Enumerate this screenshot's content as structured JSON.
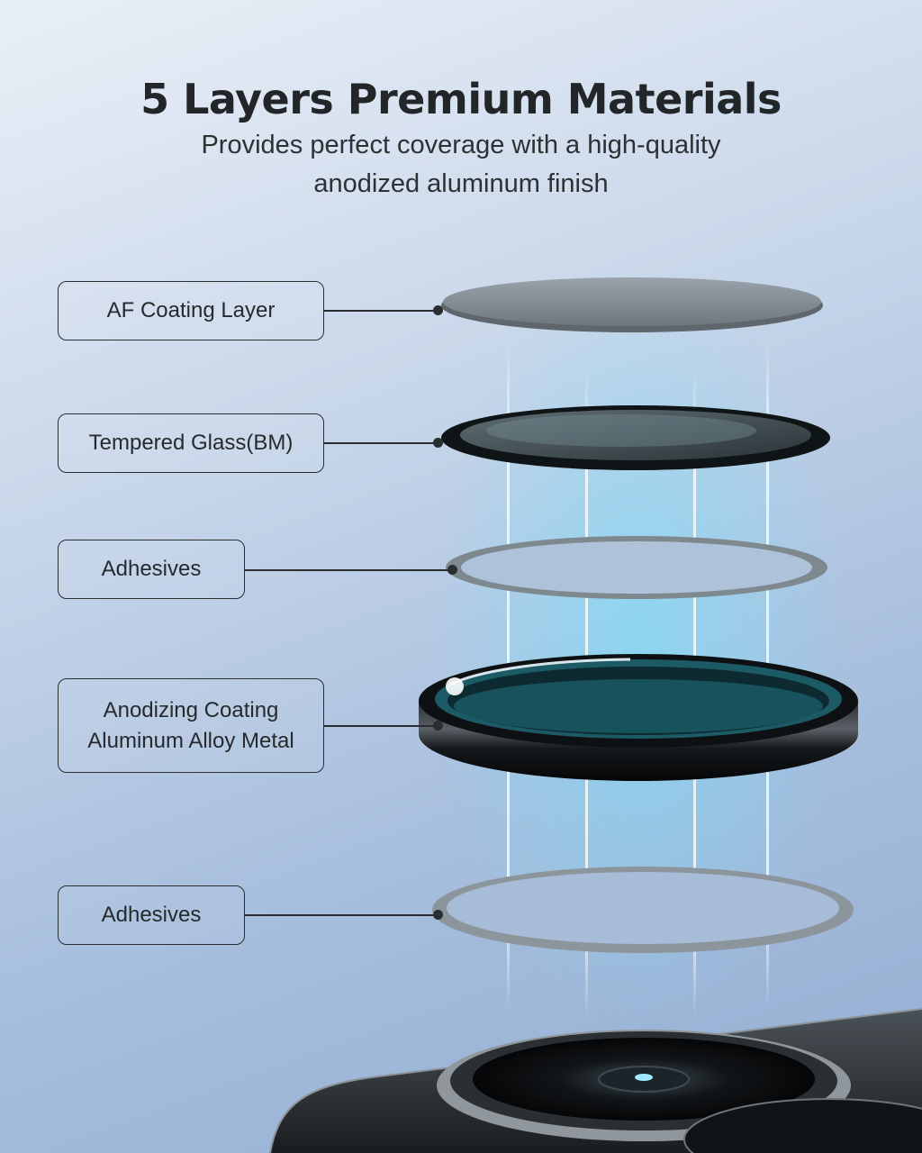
{
  "title": "5 Layers Premium Materials",
  "subtitle": {
    "line1": "Provides perfect coverage with a high-quality",
    "line2": "anodized aluminum finish"
  },
  "layers": [
    {
      "id": "af-coating",
      "label": "AF Coating Layer"
    },
    {
      "id": "tempered-glass",
      "label": "Tempered Glass(BM)"
    },
    {
      "id": "adhesives-top",
      "label": "Adhesives"
    },
    {
      "id": "anodizing",
      "line1": "Anodizing Coating",
      "line2": "Aluminum Alloy Metal"
    },
    {
      "id": "adhesives-bottom",
      "label": "Adhesives"
    }
  ],
  "colors": {
    "background_top": "#e9eff7",
    "background_bottom": "#93add2",
    "text": "#222628",
    "glow": "#4fd6ff"
  }
}
